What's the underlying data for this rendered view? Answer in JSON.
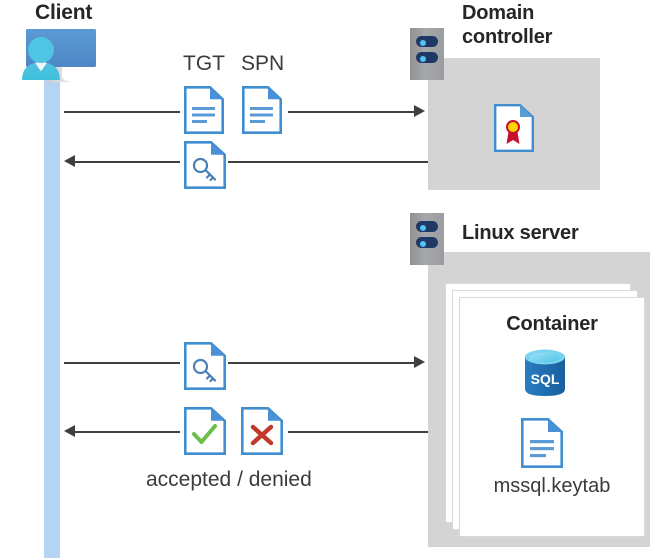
{
  "diagram": {
    "title_client": "Client",
    "title_domain_controller": "Domain\ncontroller",
    "domain_controller_line1": "Domain",
    "domain_controller_line2": "controller",
    "title_linux_server": "Linux server",
    "title_container": "Container",
    "keytab_label": "mssql.keytab",
    "label_tgt": "TGT",
    "label_spn": "SPN",
    "label_accepted_denied": "accepted / denied"
  },
  "icons": {
    "client": "user-monitor-icon",
    "rack_dc": "server-rack-icon",
    "rack_linux": "server-rack-icon",
    "certificate": "certificate-document-icon",
    "tgt_doc": "text-document-icon",
    "spn_doc": "text-document-icon",
    "ticket_key_dc": "key-document-icon",
    "ticket_key_srv": "key-document-icon",
    "accepted_doc": "check-document-icon",
    "denied_doc": "x-document-icon",
    "sql_db": "sql-database-icon",
    "keytab_doc": "text-document-icon"
  },
  "colors": {
    "accent_blue": "#2f7fd1",
    "doc_fold_blue": "#4a90d9",
    "lifeline_blue": "#b5d4f4",
    "box_gray": "#d4d4d4",
    "rack_gray": "#9a9c9f",
    "rack_slot_navy": "#203864",
    "rack_dot_cyan": "#4fc3f7",
    "check_green": "#6cbf4b",
    "x_red": "#c0392b",
    "cert_gold": "#ffd400",
    "cert_red": "#c8102e",
    "sql_blue": "#1f6cb0",
    "text_dark": "#262626",
    "arrow_gray": "#3f3f3f"
  },
  "arrows": [
    {
      "name": "client-to-dc-request",
      "direction": "right",
      "label_icons": [
        "TGT",
        "SPN"
      ]
    },
    {
      "name": "dc-to-client-ticket",
      "direction": "left",
      "label_icons": [
        "key-document"
      ]
    },
    {
      "name": "client-to-linux-request",
      "direction": "right",
      "label_icons": [
        "key-document"
      ]
    },
    {
      "name": "linux-to-client-response",
      "direction": "left",
      "label_icons": [
        "check-document",
        "x-document"
      ]
    }
  ]
}
